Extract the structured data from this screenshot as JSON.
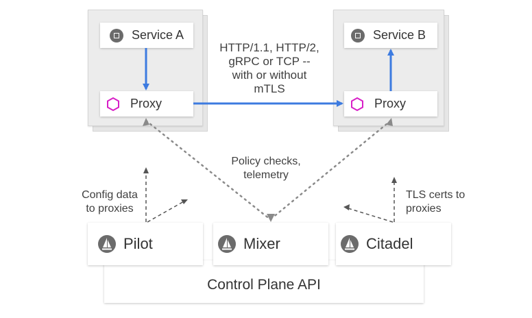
{
  "pod_a": {
    "service_label": "Service A",
    "proxy_label": "Proxy"
  },
  "pod_b": {
    "service_label": "Service B",
    "proxy_label": "Proxy"
  },
  "protocol_note": {
    "line1": "HTTP/1.1, HTTP/2,",
    "line2": "gRPC or TCP --",
    "line3": "with or without",
    "line4": "mTLS"
  },
  "policy_note": {
    "line1": "Policy checks,",
    "line2": "telemetry"
  },
  "config_note": {
    "line1": "Config data",
    "line2": "to proxies"
  },
  "tls_note": {
    "line1": "TLS certs to",
    "line2": "proxies"
  },
  "control_plane": {
    "pilot_label": "Pilot",
    "mixer_label": "Mixer",
    "citadel_label": "Citadel",
    "api_label": "Control Plane API"
  },
  "colors": {
    "arrow_blue": "#3d7be0",
    "proxy_magenta": "#d81fc7",
    "dotted_gray": "#8a8a8a",
    "icon_gray": "#6b6b6b"
  },
  "icons": {
    "service": "chip-icon",
    "proxy": "hexagon-icon",
    "control_plane": "sail-icon"
  }
}
